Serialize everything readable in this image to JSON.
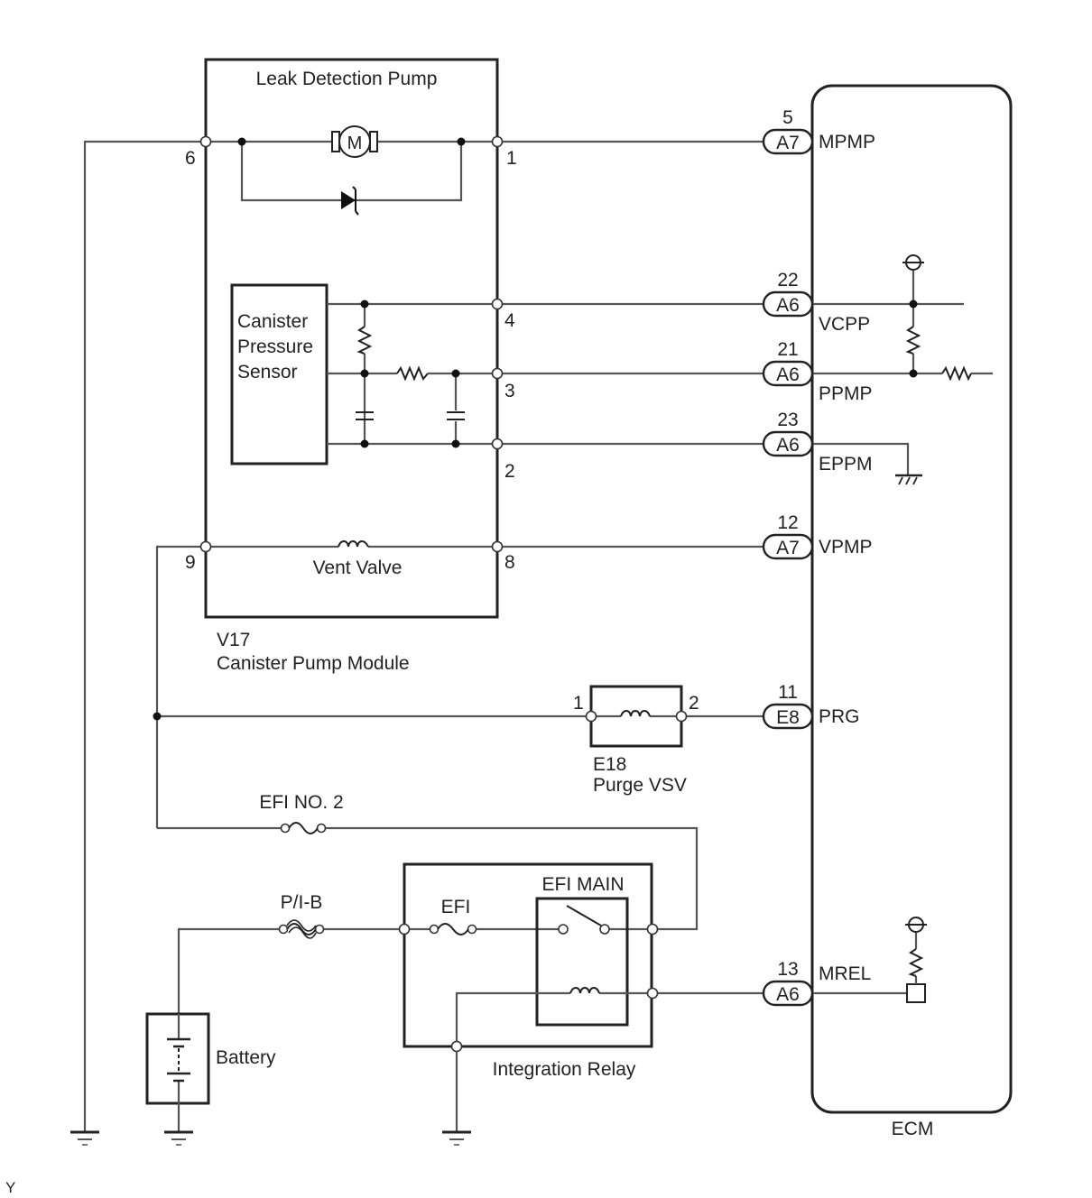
{
  "components": {
    "leak_detection_pump": "Leak Detection Pump",
    "canister_pressure_sensor": [
      "Canister",
      "Pressure",
      "Sensor"
    ],
    "vent_valve": "Vent Valve",
    "canister_pump_module_code": "V17",
    "canister_pump_module_name": "Canister Pump Module",
    "purge_vsv_code": "E18",
    "purge_vsv_name": "Purge VSV",
    "efi_no2_fuse": "EFI NO. 2",
    "pib_fuse": "P/I-B",
    "efi_fuse": "EFI",
    "efi_main_relay": "EFI MAIN",
    "integration_relay": "Integration Relay",
    "battery": "Battery",
    "ecm": "ECM",
    "motor_symbol": "M"
  },
  "module_pins": {
    "p6": "6",
    "p1": "1",
    "p4": "4",
    "p3": "3",
    "p2": "2",
    "p9": "9",
    "p8": "8"
  },
  "purge_pins": {
    "p1": "1",
    "p2": "2"
  },
  "ecm_terminals": [
    {
      "pin": "5",
      "connector": "A7",
      "signal": "MPMP"
    },
    {
      "pin": "22",
      "connector": "A6",
      "signal": "VCPP"
    },
    {
      "pin": "21",
      "connector": "A6",
      "signal": "PPMP"
    },
    {
      "pin": "23",
      "connector": "A6",
      "signal": "EPPM"
    },
    {
      "pin": "12",
      "connector": "A7",
      "signal": "VPMP"
    },
    {
      "pin": "11",
      "connector": "E8",
      "signal": "PRG"
    },
    {
      "pin": "13",
      "connector": "A6",
      "signal": "MREL"
    }
  ],
  "footer_mark": "Y"
}
